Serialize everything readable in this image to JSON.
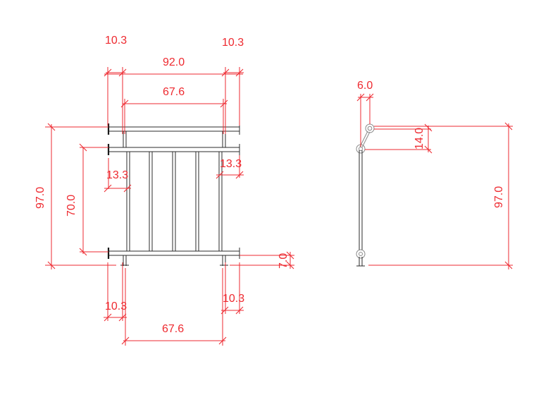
{
  "drawing": {
    "front_view": {
      "dimensions": {
        "top_left_offset": "10.3",
        "top_right_offset": "10.3",
        "overall_width": "92.0",
        "post_spacing_top": "67.6",
        "bar_offset_left": "13.3",
        "bar_offset_right": "13.3",
        "overall_height": "97.0",
        "panel_height": "70.0",
        "bottom_gap": "7.0",
        "bottom_left_offset": "10.3",
        "bottom_right_offset": "10.3",
        "post_spacing_bottom": "67.6"
      },
      "vertical_bar_count": 5
    },
    "side_view": {
      "dimensions": {
        "top_offset": "6.0",
        "rail_drop": "14.0",
        "overall_height": "97.0"
      }
    },
    "colors": {
      "dimension": "#ee2a30",
      "object": "#2b2b2b",
      "hidden": "#8a8a8a"
    }
  }
}
